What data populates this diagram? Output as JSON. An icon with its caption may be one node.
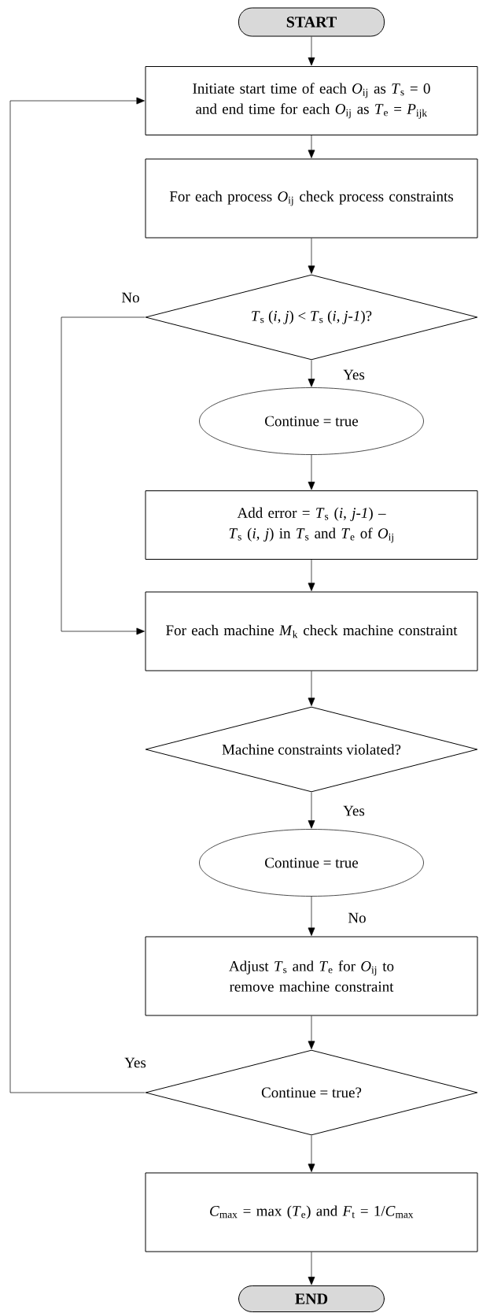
{
  "diagram": {
    "nodes": [
      {
        "text": [
          "START"
        ]
      },
      {
        "text": [
          "Initiate start time of each *O*$_{ij}$ as *T*$_{s}$ = 0 and end time for each *O*$_{ij}$ as *T*$_{e}$ = *P*$_{ijk}$"
        ]
      },
      {
        "text": [
          "For each process *O*$_{ij}$ check process constraints"
        ]
      },
      {
        "text": [
          "*T*$_{s}$ (*i*, *j*) < *T*$_{s}$ (*i*, *j*-*1*)?"
        ]
      },
      {
        "text": [
          "Continue = true"
        ]
      },
      {
        "text": [
          "Add error = *T*$_{s}$ (*i*, *j*-*1*) – *T*$_{s}$ (*i*, *j*) in *T*$_{s}$ and *T*$_{e}$ of *O*$_{ij}$"
        ]
      },
      {
        "text": [
          "For each machine *M*$_{k}$ check machine constraint"
        ]
      },
      {
        "text": [
          "Machine constraints violated?"
        ]
      },
      {
        "text": [
          "Continue = true"
        ]
      },
      {
        "text": [
          "Adjust *T*$_{s}$ and *T*$_{e}$ for *O*$_{ij}$ to remove machine constraint"
        ]
      },
      {
        "text": [
          "Continue = true?"
        ]
      },
      {
        "text": [
          "*C*$_{max}$ = max (*T*$_{e}$) and *F*$_{t}$ = 1/*C*$_{max}$"
        ]
      },
      {
        "text": [
          "END"
        ]
      }
    ],
    "edges": [
      {
        "from": 0,
        "to": 1,
        "arrow": "to"
      },
      {
        "from": 1,
        "to": 2,
        "arrow": "to"
      },
      {
        "from": 2,
        "to": 3,
        "arrow": "to"
      },
      {
        "from": 3,
        "to": 4,
        "arrow": "to",
        "label": "Yes"
      },
      {
        "from": 4,
        "to": 5,
        "arrow": "to"
      },
      {
        "from": 5,
        "to": 6,
        "arrow": "to"
      },
      {
        "from": 3,
        "to": 6,
        "arrow": "to",
        "label": "No"
      },
      {
        "from": 6,
        "to": 7,
        "arrow": "to"
      },
      {
        "from": 7,
        "to": 8,
        "arrow": "to",
        "label": "Yes"
      },
      {
        "from": 8,
        "to": 9,
        "arrow": "to",
        "label": "No"
      },
      {
        "from": 9,
        "to": 10,
        "arrow": "to"
      },
      {
        "from": 10,
        "to": 1,
        "arrow": "to",
        "label": "Yes"
      },
      {
        "from": 10,
        "to": 11,
        "arrow": "to"
      },
      {
        "from": 11,
        "to": 12,
        "arrow": "to"
      }
    ]
  }
}
